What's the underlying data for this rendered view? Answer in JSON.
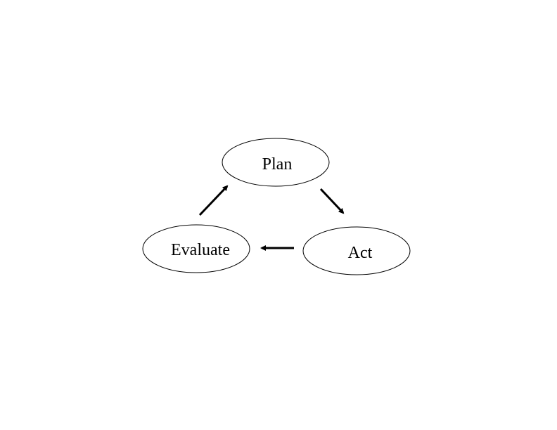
{
  "diagram": {
    "nodes": [
      {
        "id": "plan",
        "label": "Plan"
      },
      {
        "id": "act",
        "label": "Act"
      },
      {
        "id": "evaluate",
        "label": "Evaluate"
      }
    ],
    "edges": [
      {
        "from": "plan",
        "to": "act"
      },
      {
        "from": "act",
        "to": "evaluate"
      },
      {
        "from": "evaluate",
        "to": "plan"
      }
    ],
    "colors": {
      "stroke": "#000000",
      "fill": "#ffffff",
      "background": "#ffffff"
    }
  }
}
